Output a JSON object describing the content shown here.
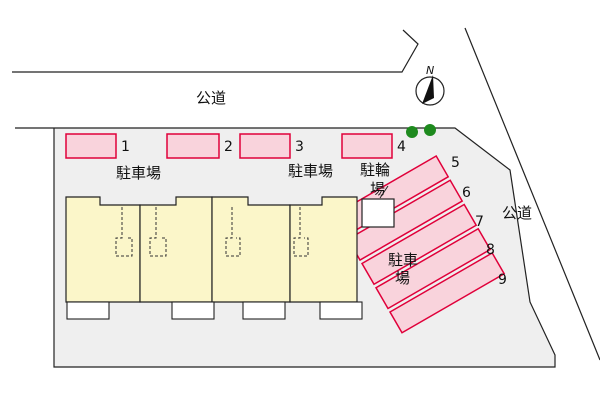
{
  "roads": {
    "top_label": "公道",
    "right_label": "公道"
  },
  "compass": {
    "north_label": "N"
  },
  "parking": {
    "area_label_left": "駐車場",
    "area_label_center": "駐車場",
    "area_label_right_line1": "駐車",
    "area_label_right_line2": "場",
    "space_numbers": [
      "1",
      "2",
      "3",
      "4",
      "5",
      "6",
      "7",
      "8",
      "9"
    ],
    "space_color": "#f9d3dc",
    "space_border_color": "#e0003a"
  },
  "bicycle_parking": {
    "label_line1": "駐輪",
    "label_line2": "場"
  },
  "colors": {
    "lot": "#efefef",
    "building": "#fbf6c9",
    "tree": "#1e8a1e"
  }
}
